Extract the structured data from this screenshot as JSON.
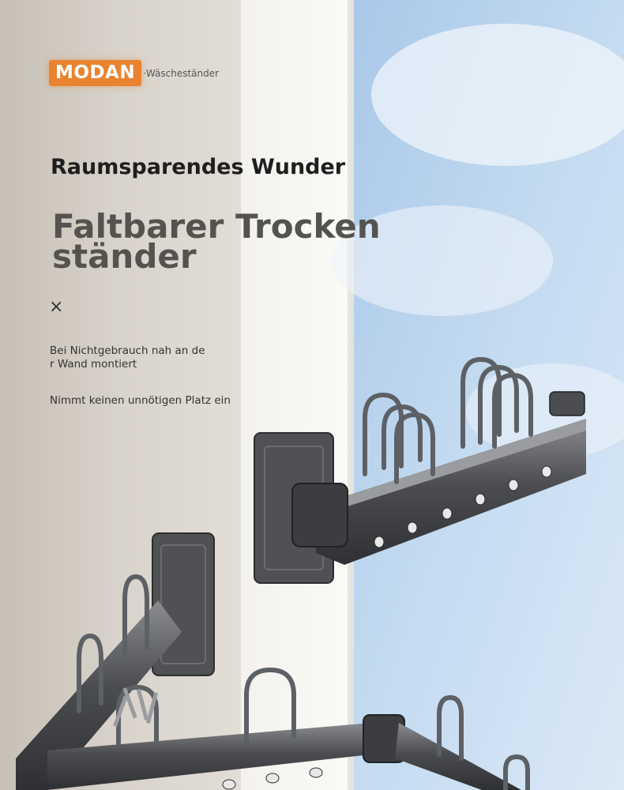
{
  "brand": {
    "logo": "MODAN",
    "product_type": "·Wäscheständer"
  },
  "headline": {
    "subtitle": "Raumsparendes Wunder",
    "title": "Faltbarer Trockenständer"
  },
  "close_mark": "×",
  "features": [
    "Bei Nichtgebrauch nah an der Wand montiert",
    "Nimmt keinen unnötigen Platz ein"
  ],
  "colors": {
    "logo_bg": "#e9832f",
    "wall": "#e9e6df",
    "sky": "#b7d2ec",
    "metal": "#54565a"
  },
  "icons": [
    "drying-rack-image",
    "close-icon"
  ]
}
